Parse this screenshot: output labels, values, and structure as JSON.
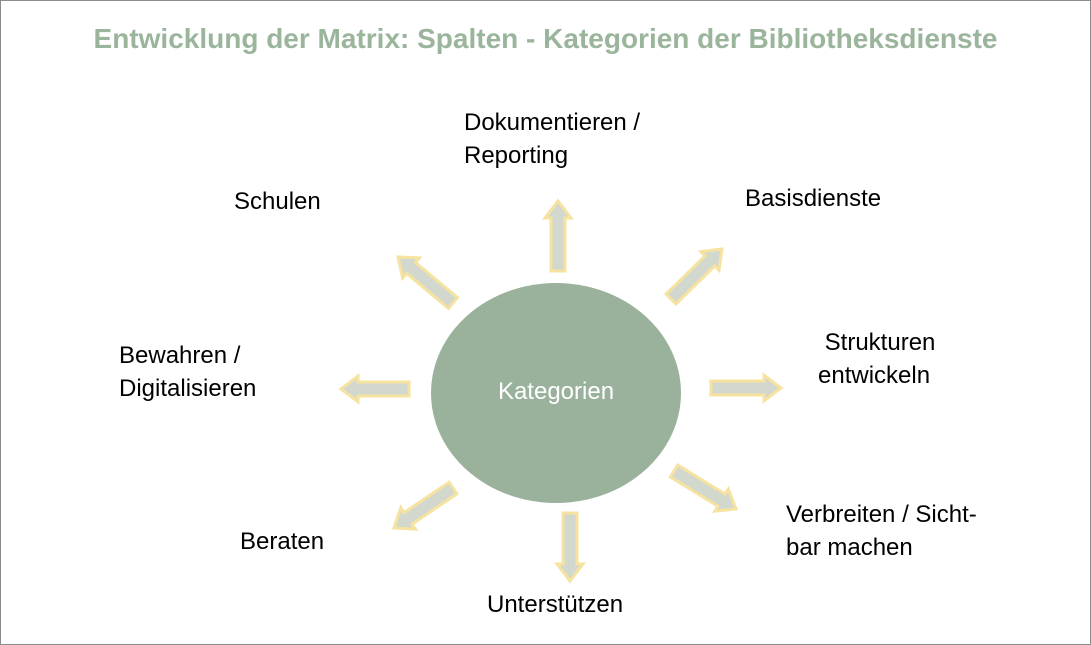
{
  "title": "Entwicklung der Matrix: Spalten - Kategorien der Bibliotheksdienste",
  "center": "Kategorien",
  "categories": {
    "dokumentieren": [
      "Dokumentieren /",
      "Reporting"
    ],
    "basisdienste": [
      "Basisdienste"
    ],
    "strukturen": [
      " Strukturen",
      "entwickeln"
    ],
    "verbreiten": [
      "Verbreiten / Sicht-",
      "bar machen"
    ],
    "unterstuetzen": [
      "Unterstützen"
    ],
    "beraten": [
      "Beraten"
    ],
    "bewahren": [
      "Bewahren /",
      "Digitalisieren"
    ],
    "schulen": [
      "Schulen"
    ]
  },
  "colors": {
    "title": "#9ab59c",
    "circle": "#9ab29c",
    "arrow_fill": "#d3d8cf",
    "arrow_border": "#f6e3a0"
  }
}
